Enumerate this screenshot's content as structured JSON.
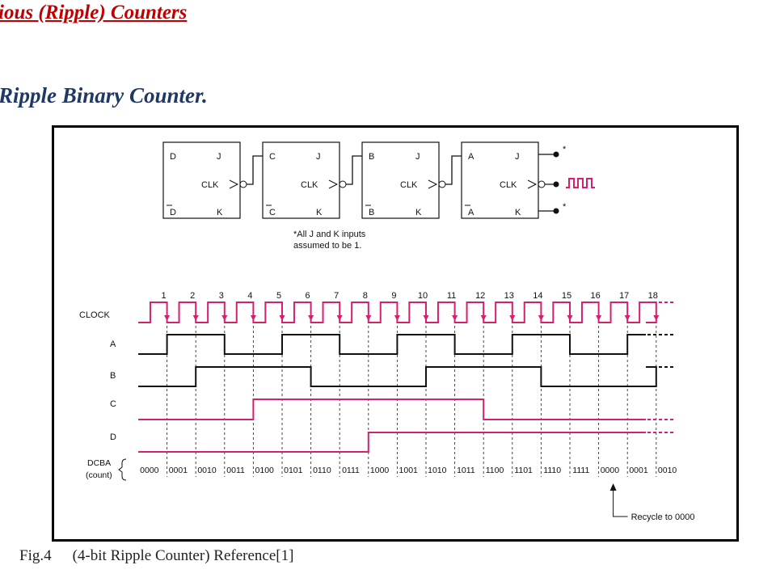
{
  "title": "ious (Ripple) Counters",
  "subtitle": "Ripple Binary Counter.",
  "caption": {
    "fig_label": "Fig.4",
    "text": "(4-bit Ripple Counter) Reference[1]"
  },
  "colors": {
    "title": "#c00000",
    "subtitle": "#1f3864",
    "accent": "#d4206e",
    "ink": "#111111"
  },
  "flipflops": [
    {
      "q": "D",
      "qbar": "D",
      "j": "J",
      "k": "K",
      "clk": "CLK"
    },
    {
      "q": "C",
      "qbar": "C",
      "j": "J",
      "k": "K",
      "clk": "CLK"
    },
    {
      "q": "B",
      "qbar": "B",
      "j": "J",
      "k": "K",
      "clk": "CLK"
    },
    {
      "q": "A",
      "qbar": "A",
      "j": "J",
      "k": "K",
      "clk": "CLK"
    }
  ],
  "note": {
    "star": "*",
    "lines": [
      "*All J and K inputs",
      "assumed to be 1."
    ]
  },
  "timing": {
    "pulse_numbers": [
      "1",
      "2",
      "3",
      "4",
      "5",
      "6",
      "7",
      "8",
      "9",
      "10",
      "11",
      "12",
      "13",
      "14",
      "15",
      "16",
      "17",
      "18"
    ],
    "signals": [
      {
        "name": "CLOCK",
        "color": "accent",
        "period": 1,
        "offset": 0
      },
      {
        "name": "A",
        "color": "ink",
        "period": 2,
        "offset": 1
      },
      {
        "name": "B",
        "color": "ink",
        "period": 4,
        "offset": 2
      },
      {
        "name": "C",
        "color": "accent",
        "period": 8,
        "offset": 4
      },
      {
        "name": "D",
        "color": "accent",
        "period": 16,
        "offset": 8
      }
    ],
    "count_label": [
      "DCBA",
      "(count)"
    ],
    "counts": [
      "0000",
      "0001",
      "0010",
      "0011",
      "0100",
      "0101",
      "0110",
      "0111",
      "1000",
      "1001",
      "1010",
      "1011",
      "1100",
      "1101",
      "1110",
      "1111",
      "0000",
      "0001",
      "0010"
    ],
    "recycle_label": "Recycle to 0000"
  }
}
